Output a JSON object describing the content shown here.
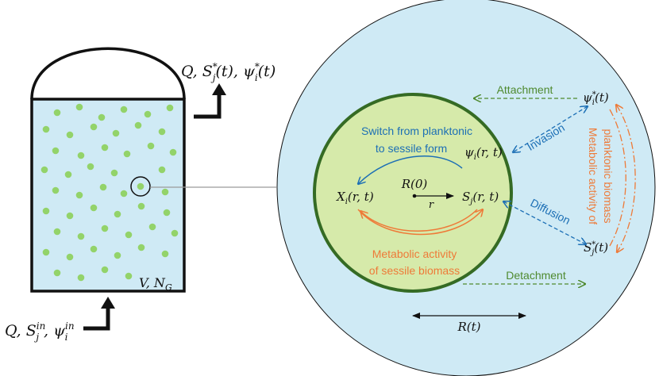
{
  "reactor": {
    "outflow_label": "Q, S*_j(t), ψ*_i(t)",
    "outflow_parts": {
      "q": "Q, S",
      "s_sup": "*",
      "s_sub": "j",
      "s_t": "(t), ψ",
      "p_sup": "*",
      "p_sub": "i",
      "p_t": "(t)"
    },
    "inflow_label": "Q, S^in_j, ψ^in_i",
    "inflow_parts": {
      "q": "Q, S",
      "s_sup": "in",
      "s_sub": "j",
      "mid": ", ψ",
      "p_sup": "in",
      "p_sub": "i"
    },
    "volume_label": "V, N",
    "volume_sub": "G"
  },
  "granule": {
    "center_label": "R(0)",
    "radius_small_label": "r",
    "radius_label": "R(t)",
    "x_label": "X",
    "x_sub": "i",
    "x_arg": "(r, t)",
    "s_label": "S",
    "s_sub": "j",
    "s_arg": "(r, t)",
    "psi_label": "ψ",
    "psi_sub": "i",
    "psi_arg": "(r, t)",
    "switch_text_1": "Switch from planktonic",
    "switch_text_2": "to sessile form",
    "metabolic_sessile_1": "Metabolic activity",
    "metabolic_sessile_2": "of sessile biomass"
  },
  "liquid": {
    "psi_star_label": "ψ",
    "psi_star_sup": "*",
    "psi_star_sub": "i",
    "psi_star_arg": "(t)",
    "s_star_label": "S",
    "s_star_sup": "*",
    "s_star_sub": "j",
    "s_star_arg": "(t)",
    "attachment": "Attachment",
    "detachment": "Detachment",
    "invasion": "Invasion",
    "diffusion": "Diffusion",
    "metabolic_planktonic_1": "Metabolic activity of",
    "metabolic_planktonic_2": "planktonic biomass"
  },
  "colors": {
    "liquid": "#cfeaf5",
    "granule": "#d6eaaa",
    "granule_border": "#356b24",
    "particle": "#93d36a",
    "blue": "#1c6fb5",
    "orange": "#ee7a38",
    "green": "#4f8a2f"
  }
}
